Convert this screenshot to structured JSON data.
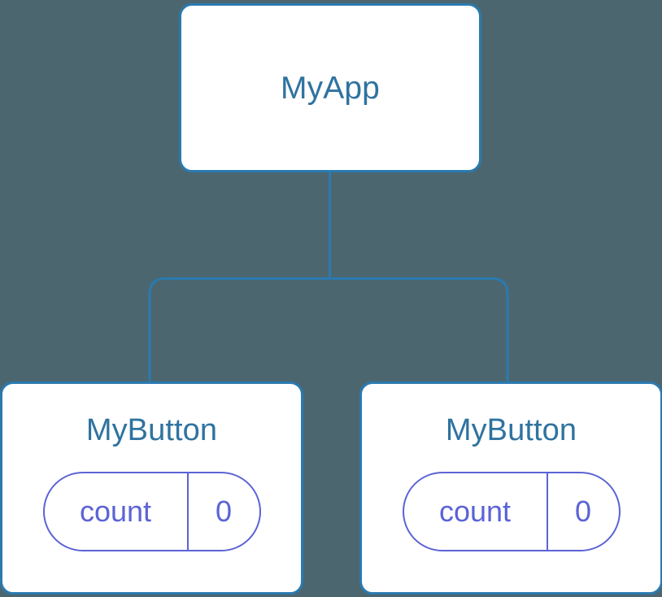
{
  "diagram": {
    "type": "component-tree",
    "title": "MyApp",
    "background_color": "#4c6670",
    "node_border_color": "#2a7ab0",
    "node_fill_color": "#ffffff",
    "node_title_color": "#2f73a0",
    "edge_color": "#2a7ab0",
    "state_accent_color": "#5b63d6"
  },
  "root": {
    "label": "MyApp"
  },
  "children": [
    {
      "label": "MyButton",
      "state": {
        "key": "count",
        "value": "0"
      }
    },
    {
      "label": "MyButton",
      "state": {
        "key": "count",
        "value": "0"
      }
    }
  ],
  "edges": [
    {
      "from": "MyApp",
      "to": "MyButton-left"
    },
    {
      "from": "MyApp",
      "to": "MyButton-right"
    }
  ]
}
